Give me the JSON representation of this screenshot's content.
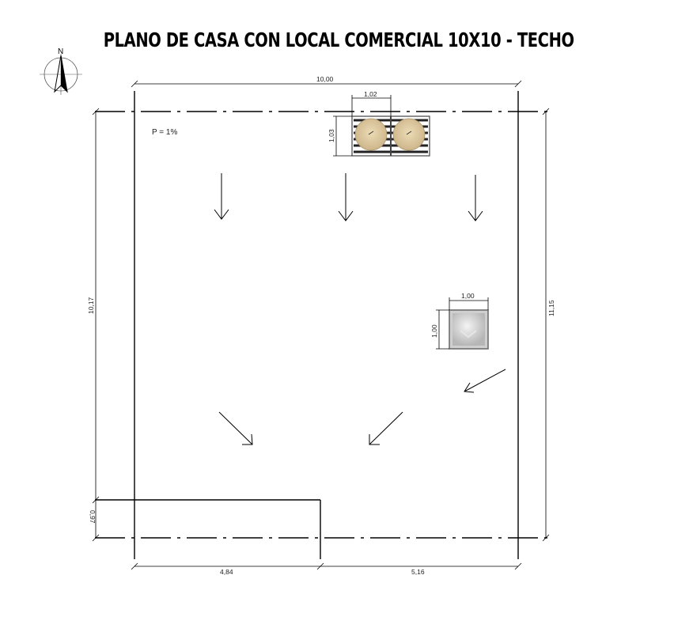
{
  "title": "PLANO DE CASA CON LOCAL COMERCIAL 10X10 - TECHO",
  "north_label": "N",
  "slope_note": "P = 1%",
  "dimensions": {
    "top_width": "10,00",
    "tank_width": "1,02",
    "tank_height": "1,03",
    "left_height": "10,17",
    "right_height": "11,15",
    "skylight_width": "1,00",
    "skylight_height": "1,00",
    "eave_depth": "0,97",
    "bottom_left": "4,84",
    "bottom_right": "5,16"
  },
  "colors": {
    "line": "#000000",
    "tank_fill": "#d8c49a",
    "skylight_fill": "#c8c8c8"
  }
}
